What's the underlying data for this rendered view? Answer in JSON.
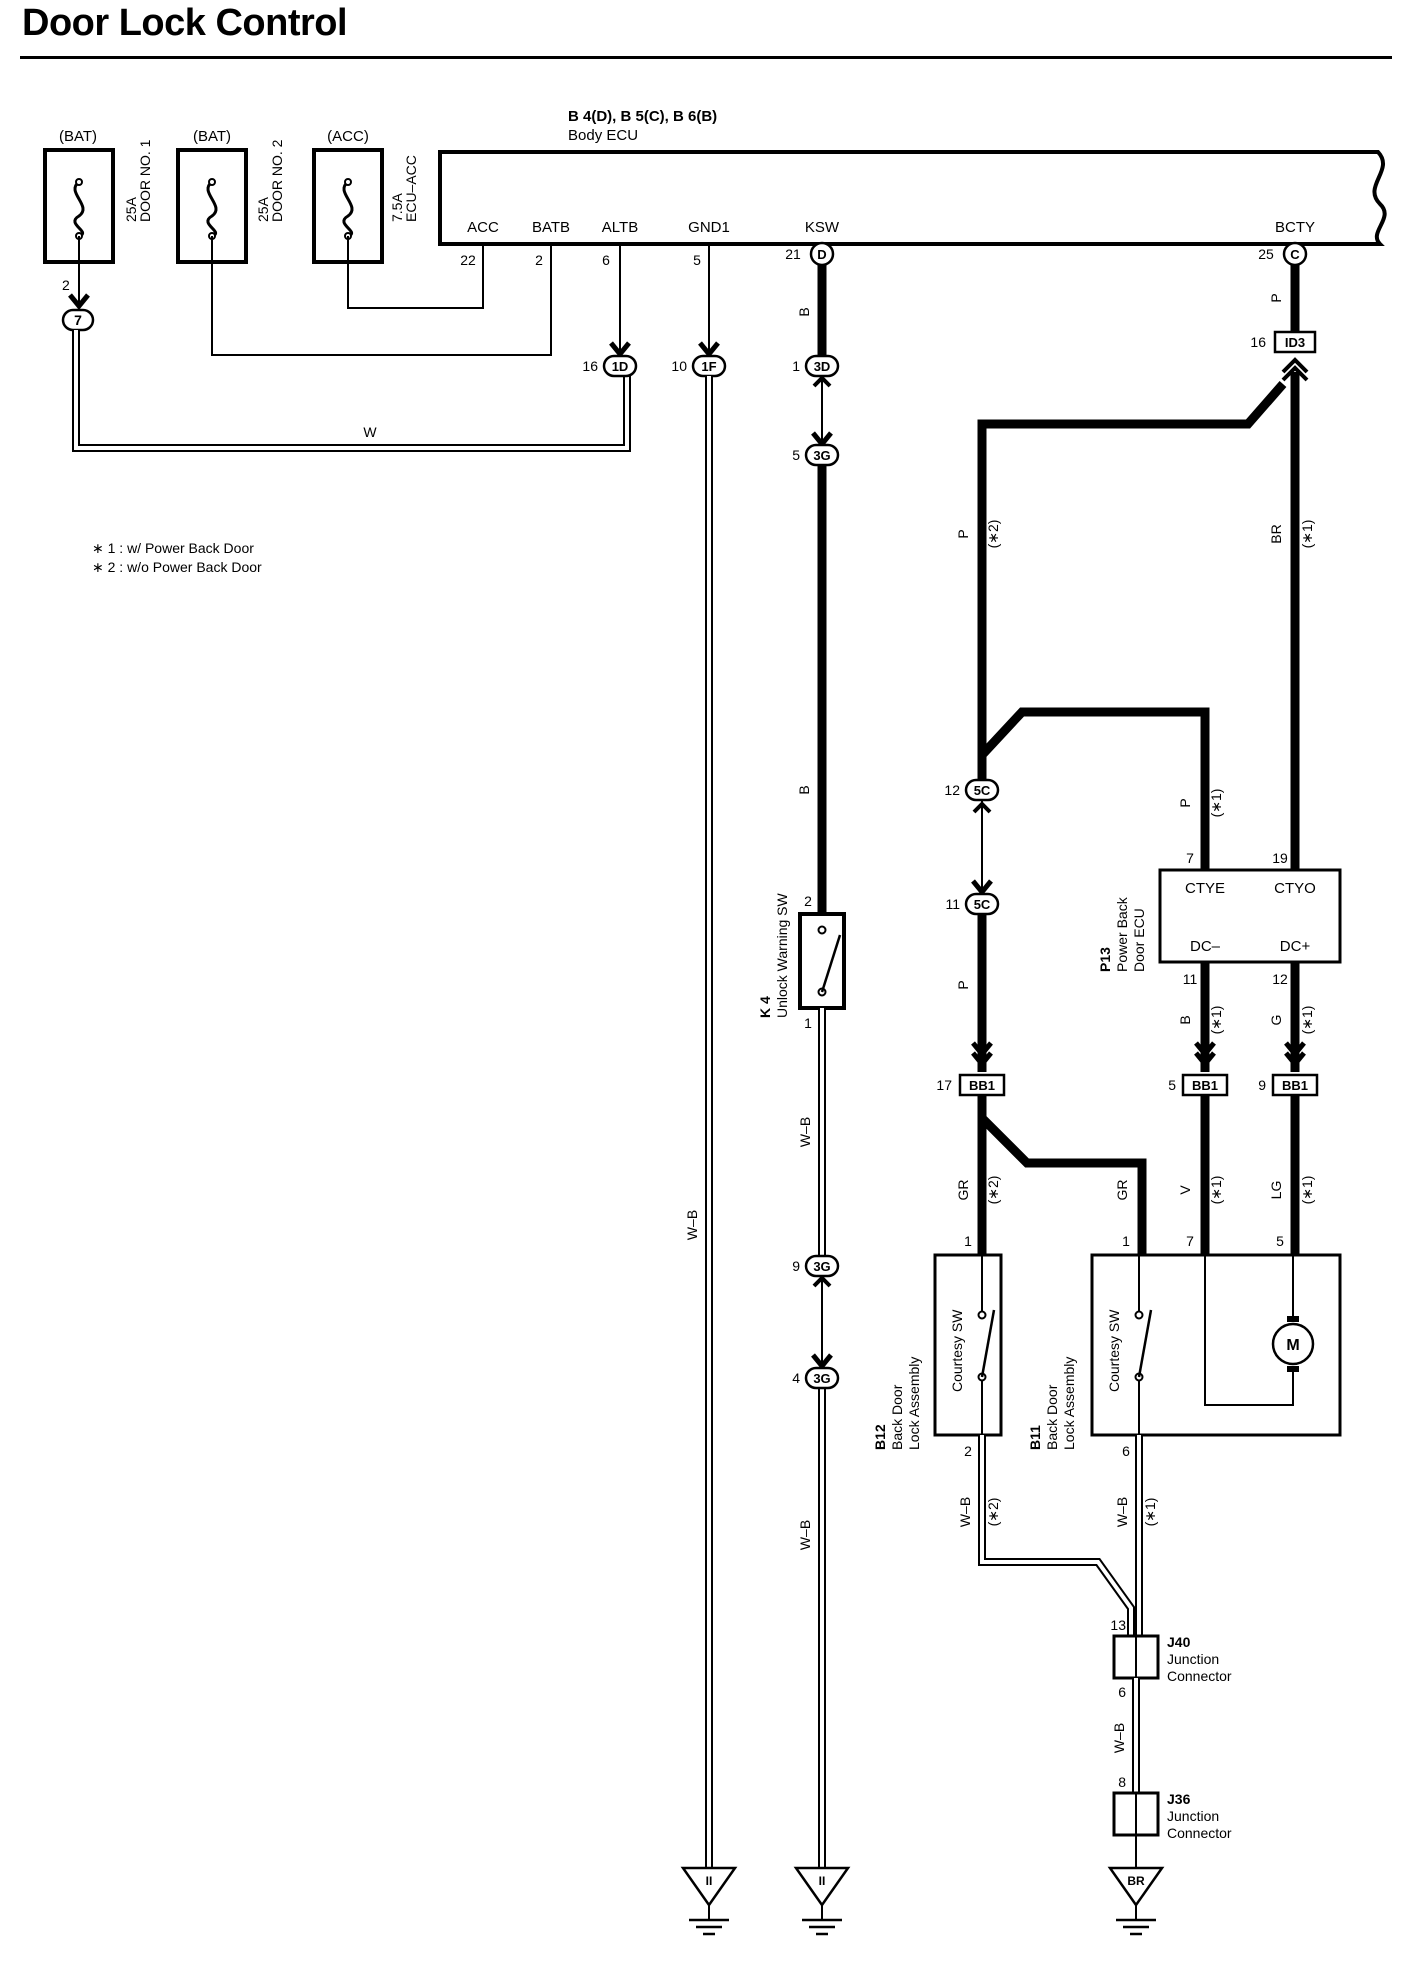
{
  "title": "Door Lock Control",
  "fuses": [
    {
      "source": "(BAT)",
      "rating": "25A",
      "name": "DOOR NO. 1",
      "pin": "2",
      "connector": "7"
    },
    {
      "source": "(BAT)",
      "rating": "25A",
      "name": "DOOR NO. 2"
    },
    {
      "source": "(ACC)",
      "rating": "7.5A",
      "name": "ECU–ACC"
    }
  ],
  "body_ecu": {
    "codes": "B 4(D), B 5(C), B 6(B)",
    "name": "Body ECU",
    "terminals": [
      {
        "label": "ACC",
        "pin": "22"
      },
      {
        "label": "BATB",
        "pin": "2"
      },
      {
        "label": "ALTB",
        "pin": "6"
      },
      {
        "label": "GND1",
        "pin": "5"
      },
      {
        "label": "KSW",
        "pin": "21",
        "conn": "D"
      },
      {
        "label": "BCTY",
        "pin": "25",
        "conn": "C"
      }
    ]
  },
  "connectors": {
    "c1d": {
      "pin": "16",
      "id": "1D"
    },
    "c1f": {
      "pin": "10",
      "id": "1F"
    },
    "c3d": {
      "pin": "1",
      "id": "3D"
    },
    "c3g_a": {
      "pin": "5",
      "id": "3G"
    },
    "c3g_b": {
      "pin": "9",
      "id": "3G"
    },
    "c3g_c": {
      "pin": "4",
      "id": "3G"
    },
    "cid3": {
      "pin": "16",
      "id": "ID3"
    },
    "c5c_a": {
      "pin": "12",
      "id": "5C"
    },
    "c5c_b": {
      "pin": "11",
      "id": "5C"
    },
    "bb1_a": {
      "pin": "17",
      "id": "BB1"
    },
    "bb1_b": {
      "pin": "5",
      "id": "BB1"
    },
    "bb1_c": {
      "pin": "9",
      "id": "BB1"
    }
  },
  "wires": {
    "w": "W",
    "b": "B",
    "wb": "W–B",
    "p": "P",
    "br": "BR",
    "gr": "GR",
    "v": "V",
    "lg": "LG",
    "g": "G"
  },
  "notes": {
    "n1": "∗ 1 : w/ Power Back Door",
    "n2": "∗ 2 : w/o Power Back Door"
  },
  "marks": {
    "m1": "(∗1)",
    "m2": "(∗2)"
  },
  "k4": {
    "code": "K 4",
    "name": "Unlock Warning SW",
    "pin_top": "2",
    "pin_bottom": "1"
  },
  "p13": {
    "code": "P13",
    "name1": "Power Back",
    "name2": "Door ECU",
    "pins": {
      "ctye": "7",
      "ctyo": "19",
      "dcm": "11",
      "dcp": "12"
    },
    "labels": {
      "ctye": "CTYE",
      "ctyo": "CTYO",
      "dcm": "DC–",
      "dcp": "DC+"
    }
  },
  "b12": {
    "code": "B12",
    "name1": "Back Door",
    "name2": "Lock Assembly",
    "sw": "Courtesy SW",
    "pin_top": "1",
    "pin_bottom": "2"
  },
  "b11": {
    "code": "B11",
    "name1": "Back Door",
    "name2": "Lock Assembly",
    "sw": "Courtesy SW",
    "pin_sw": "1",
    "pin_m1": "7",
    "pin_m2": "5",
    "pin_bottom": "6",
    "motor": "M"
  },
  "j40": {
    "code": "J40",
    "name1": "Junction",
    "name2": "Connector",
    "pin_top": "13",
    "pin_bottom": "6"
  },
  "j36": {
    "code": "J36",
    "name1": "Junction",
    "name2": "Connector",
    "pin_top": "8"
  },
  "grounds": {
    "g1": "II",
    "g2": "II",
    "g3": "BR"
  }
}
